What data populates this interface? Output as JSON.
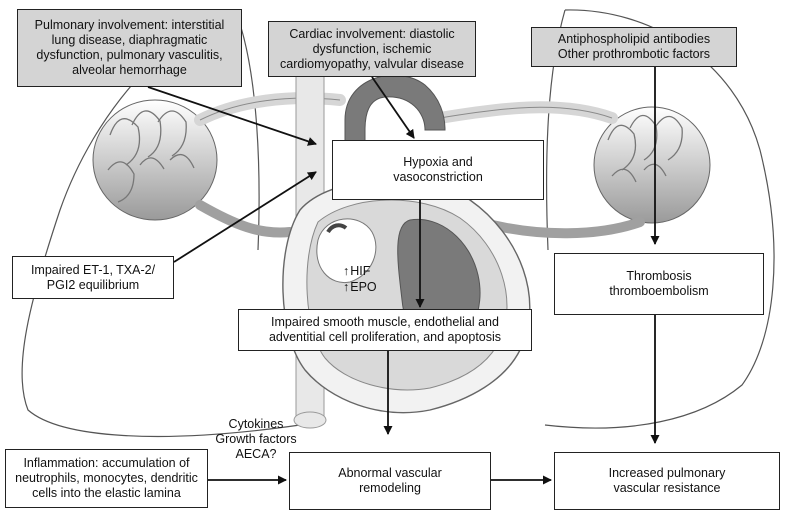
{
  "boxes": {
    "pulmonary": "Pulmonary involvement: interstitial\nlung disease, diaphragmatic\ndysfunction, pulmonary vasculitis,\nalveolar hemorrhage",
    "cardiac": "Cardiac involvement: diastolic\ndysfunction, ischemic\ncardiomyopathy, valvular disease",
    "antiphospholipid": "Antiphospholipid antibodies\nOther prothrombotic factors",
    "hypoxia": "Hypoxia and\nvasoconstriction",
    "et1": "Impaired ET-1, TXA-2/\nPGI2 equilibrium",
    "thrombosis": "Thrombosis\nthromboembolism",
    "smooth_muscle": "Impaired smooth muscle, endothelial and\nadventitial cell proliferation, and apoptosis",
    "inflammation": "Inflammation: accumulation of\nneutrophils, monocytes, dendritic\ncells into the elastic lamina",
    "remodeling": "Abnormal vascular\nremodeling",
    "resistance": "Increased pulmonary\nvascular resistance"
  },
  "labels": {
    "cytokines": "Cytokines\nGrowth factors\nAECA?",
    "hif": "HIF",
    "epo": "EPO",
    "up_arrow": "↑"
  },
  "colors": {
    "grey_box": "#d4d4d4",
    "border": "#222222",
    "arrow": "#111111",
    "anatomy": "#9a9a9a"
  }
}
